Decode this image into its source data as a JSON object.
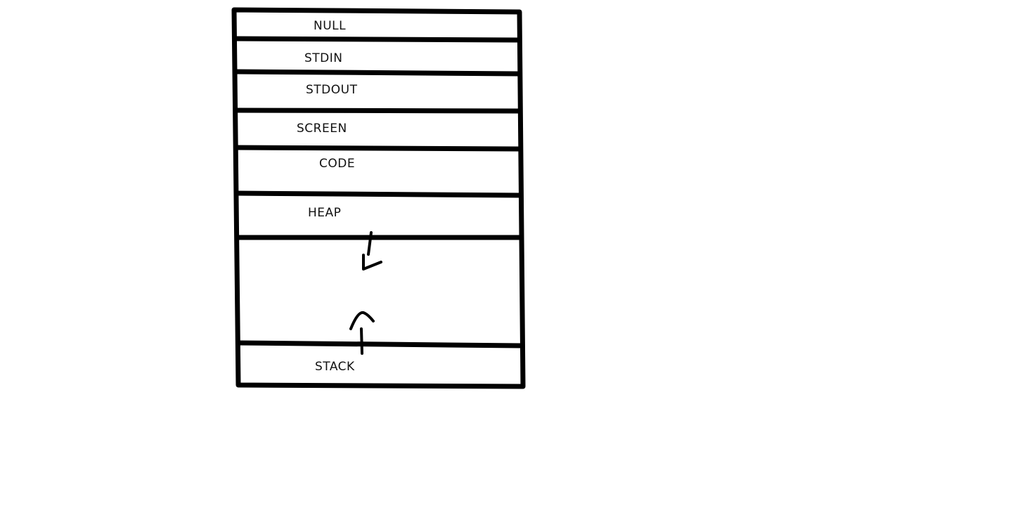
{
  "diagram": {
    "segments": [
      {
        "id": "null",
        "label": "NULL"
      },
      {
        "id": "stdin",
        "label": "STDIN"
      },
      {
        "id": "stdout",
        "label": "STDOUT"
      },
      {
        "id": "screen",
        "label": "SCREEN"
      },
      {
        "id": "code",
        "label": "CODE"
      },
      {
        "id": "heap",
        "label": "HEAP"
      },
      {
        "id": "free",
        "label": ""
      },
      {
        "id": "stack",
        "label": "STACK"
      }
    ],
    "arrows": [
      {
        "id": "heap-growth",
        "icon": "arrow-down-icon"
      },
      {
        "id": "stack-growth",
        "icon": "arrow-up-icon"
      }
    ],
    "colors": {
      "stroke": "#000000",
      "background": "#ffffff",
      "text": "#111111"
    }
  }
}
